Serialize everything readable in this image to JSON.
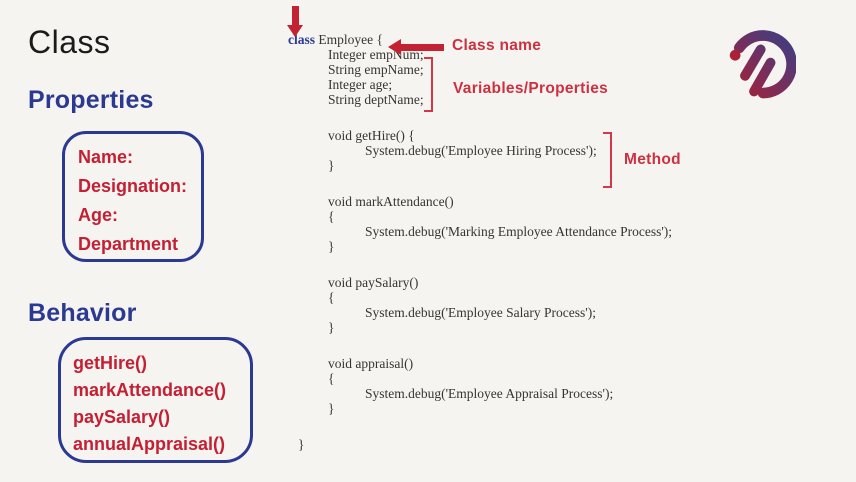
{
  "slide": {
    "title": "Class",
    "background": "#f6f4f1"
  },
  "properties": {
    "heading": "Properties",
    "items": [
      "Name:",
      "Designation:",
      "Age:",
      "Department"
    ]
  },
  "behavior": {
    "heading": "Behavior",
    "items": [
      "getHire()",
      "markAttendance()",
      "paySalary()",
      "annualAppraisal()"
    ]
  },
  "annotations": {
    "class_name_label": "Class name",
    "variables_label": "Variables/Properties",
    "method_label": "Method"
  },
  "colors": {
    "accent_red": "#c32233",
    "label_red": "#cd3140",
    "accent_blue": "#2b3990",
    "code_text": "#38342f",
    "keyword_blue": "#2b3a93",
    "logo_gradient_start": "#ab2137",
    "logo_gradient_end": "#3c3e85"
  },
  "code": {
    "lines": [
      {
        "indent": "0",
        "parts": [
          {
            "t": "class",
            "k": true
          },
          {
            "t": " Employee {"
          }
        ]
      },
      {
        "indent": "1",
        "t": "Integer empNum;"
      },
      {
        "indent": "1",
        "t": "String empName;"
      },
      {
        "indent": "1",
        "t": "Integer age;"
      },
      {
        "indent": "1",
        "t": "String deptName;"
      },
      {
        "blank": true
      },
      {
        "indent": "1",
        "t": "void getHire() {"
      },
      {
        "indent": "2",
        "t": "System.debug('Employee Hiring Process');"
      },
      {
        "indent": "1",
        "t": "}"
      },
      {
        "blank": true
      },
      {
        "indent": "1",
        "t": "void markAttendance()"
      },
      {
        "indent": "1",
        "t": "{"
      },
      {
        "indent": "2",
        "t": "System.debug('Marking Employee Attendance Process');"
      },
      {
        "indent": "1",
        "t": "}"
      },
      {
        "blank": true
      },
      {
        "indent": "1",
        "t": "void paySalary()"
      },
      {
        "indent": "1",
        "t": "{"
      },
      {
        "indent": "2",
        "t": "System.debug('Employee Salary Process');"
      },
      {
        "indent": "1",
        "t": "}"
      },
      {
        "blank": true
      },
      {
        "indent": "1",
        "t": "void appraisal()"
      },
      {
        "indent": "1",
        "t": "{"
      },
      {
        "indent": "2",
        "t": "System.debug('Employee Appraisal Process');"
      },
      {
        "indent": "1",
        "t": "}"
      },
      {
        "blank": true
      },
      {
        "indent": "0b",
        "t": "}"
      }
    ]
  }
}
